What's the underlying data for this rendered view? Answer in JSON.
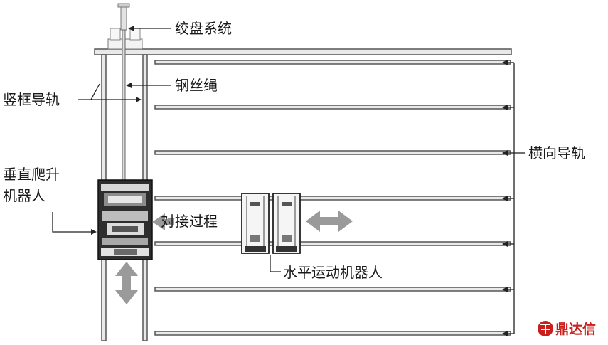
{
  "labels": {
    "winch_system": "绞盘系统",
    "vertical_guide_rail": "竖框导轨",
    "wire_rope": "钢丝绳",
    "vertical_climbing_robot_line1": "垂直爬升",
    "vertical_climbing_robot_line2": "机器人",
    "docking_process": "对接过程",
    "horizontal_motion_robot": "水平运动机器人",
    "horizontal_guide_rail": "横向导轨"
  },
  "watermark": {
    "text": "鼎达信"
  },
  "colors": {
    "line": "#222222",
    "rail_fill": "#e9e9e9",
    "arrow_gray": "#9a9a9a",
    "watermark_red": "#cc1d1d"
  }
}
